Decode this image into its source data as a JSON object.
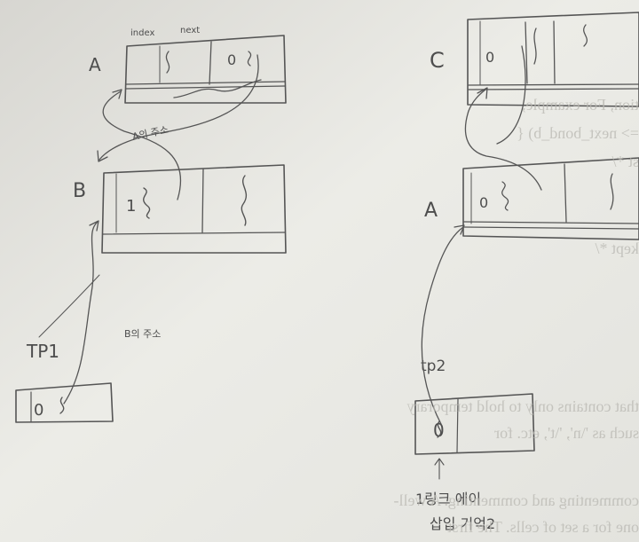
{
  "linked_list_left": {
    "node_A": {
      "label": "A",
      "index_header": "index",
      "next_header": "next",
      "index_value": "",
      "next_value": "0"
    },
    "node_B": {
      "label": "B",
      "index_value": "1"
    },
    "pointer_tp1": {
      "label": "TP1",
      "value": "0"
    },
    "note_A_address": "A의 주소",
    "note_B_address": "B의 주소"
  },
  "linked_list_right": {
    "node_C": {
      "label": "C",
      "index_value": "0"
    },
    "node_A": {
      "label": "A",
      "index_value": "0"
    },
    "pointer_tp2": {
      "label": "tp2",
      "value": "0"
    },
    "note_empty_link": "1링크 에이",
    "note_empty_link_2": "삽입 기억2"
  },
  "bleed_through_text": [
    "tion, For example,",
    "=> next_bond_b) {",
    "st */",
    "kept */",
    "that contains only to hold temporary",
    "such as '\\n', '\\t', etc. for",
    "commenting and commenting. A well-",
    "one for a set of cells. The first"
  ],
  "colors": {
    "paper": "#e9e9e4",
    "pencil": "#555555",
    "bleed": "#b9b8b2"
  }
}
